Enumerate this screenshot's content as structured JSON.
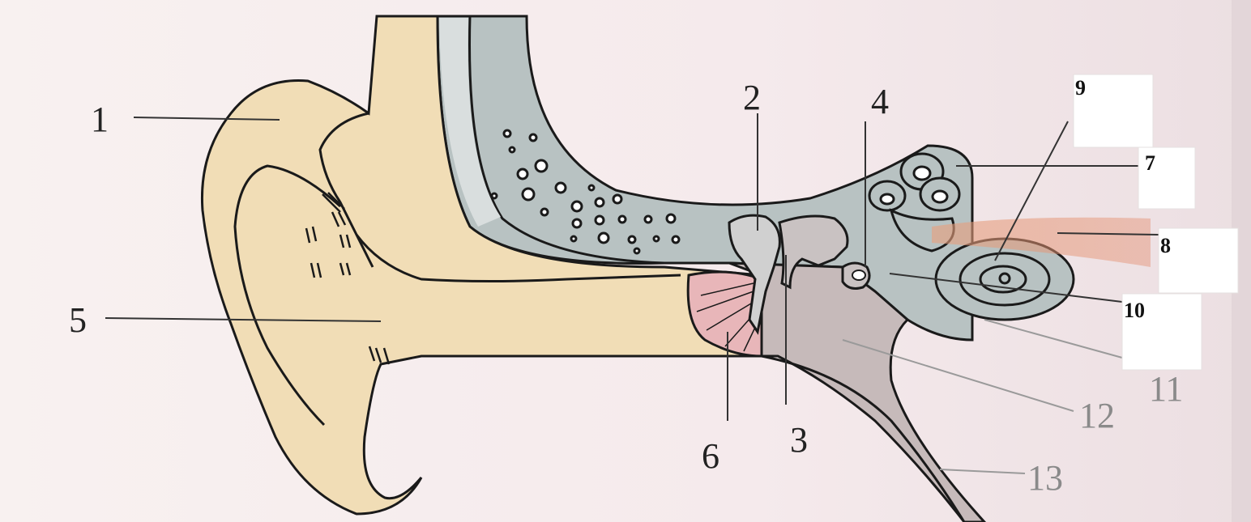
{
  "diagram": {
    "labels": {
      "l1": "1",
      "l2": "2",
      "l3": "3",
      "l4": "4",
      "l5": "5",
      "l6": "6",
      "l7": "7",
      "l8": "8",
      "l9": "9",
      "l10": "10",
      "l11": "11",
      "l12": "12",
      "l13": "13"
    },
    "colors": {
      "outer_skin": "#f1ddb6",
      "bone": "#b9c3c3",
      "middle_ear": "#c8bcbc",
      "eardrum": "#e9b8bb",
      "nerve": "#e0937a",
      "line": "#1a1a1a",
      "background": "#f7eeef"
    }
  }
}
